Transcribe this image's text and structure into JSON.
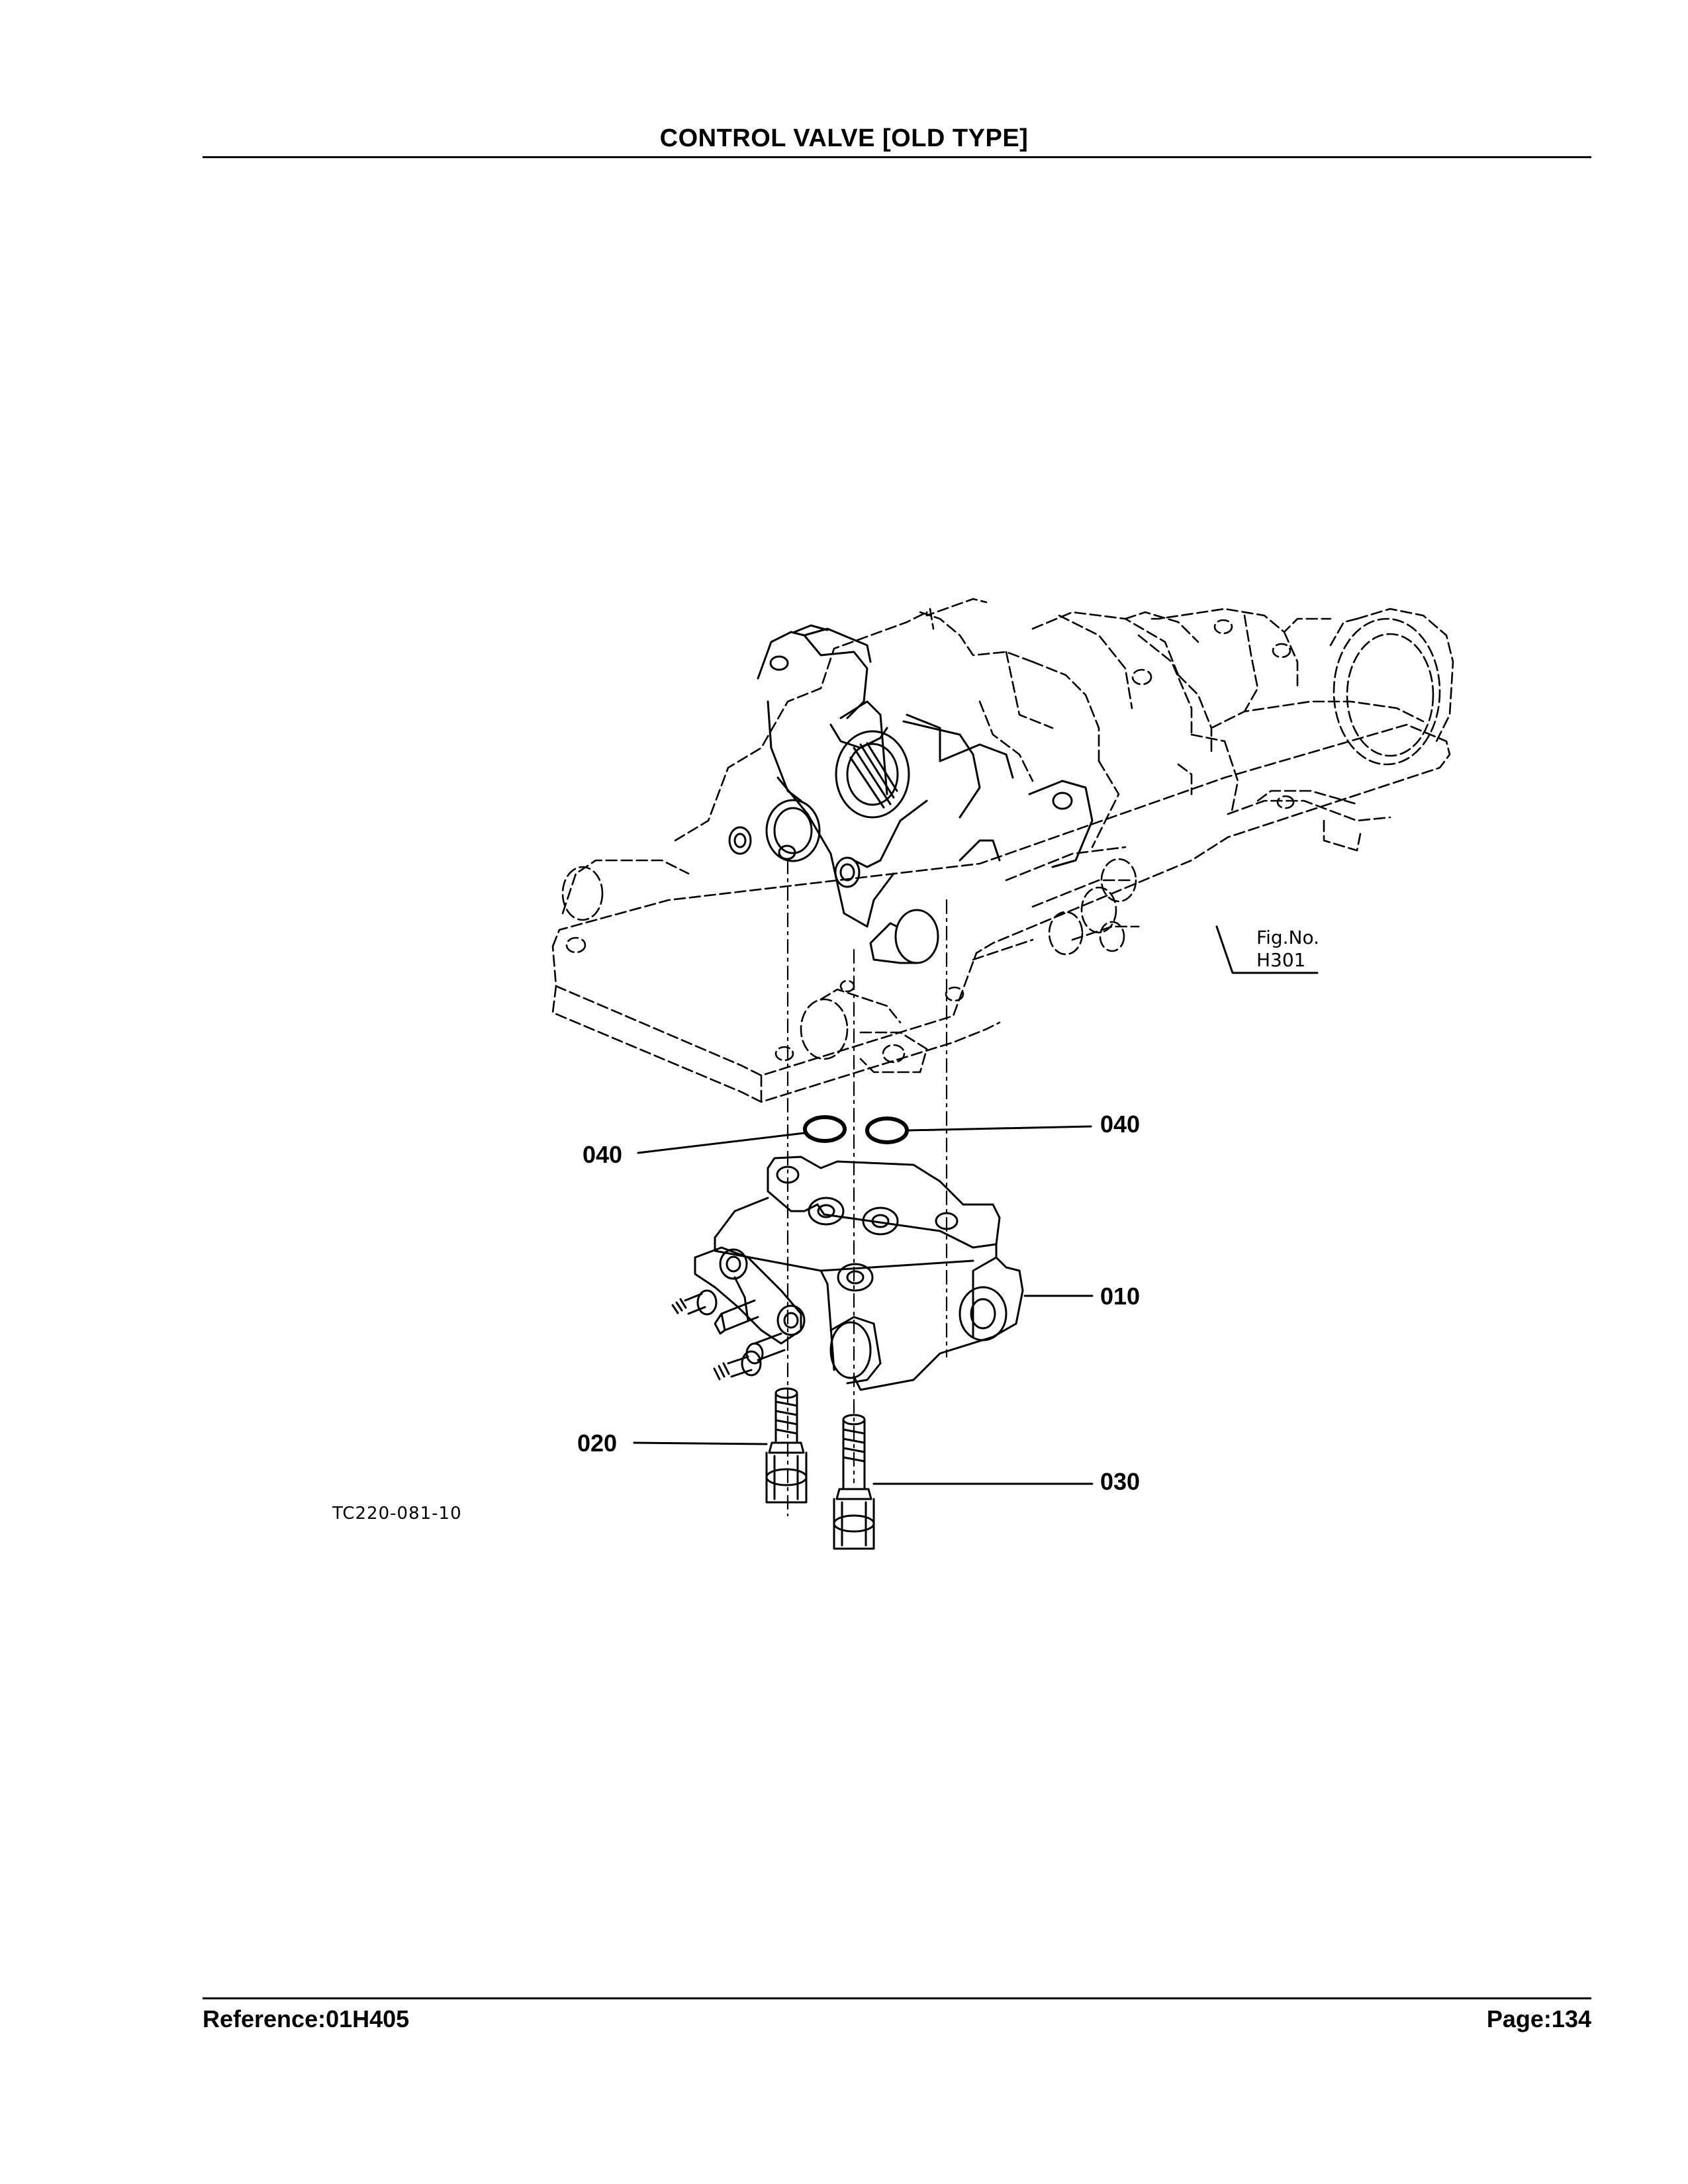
{
  "header": {
    "title": "CONTROL VALVE [OLD TYPE]"
  },
  "figure": {
    "drawing_code": "TC220-081-10",
    "fig_ref_line1": "Fig.No.",
    "fig_ref_line2": "H301",
    "callouts": {
      "ring_left": "040",
      "ring_right": "040",
      "valve_body": "010",
      "bolt_left": "020",
      "bolt_right": "030"
    }
  },
  "footer": {
    "reference": "Reference:01H405",
    "page": "Page:134"
  }
}
